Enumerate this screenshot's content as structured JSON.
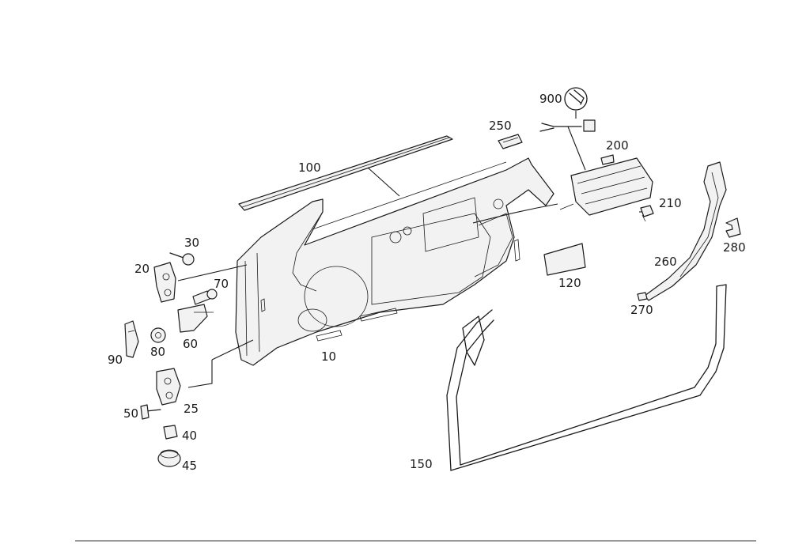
{
  "callouts": {
    "c10": "10",
    "c20": "20",
    "c25": "25",
    "c30": "30",
    "c40": "40",
    "c45": "45",
    "c50": "50",
    "c60": "60",
    "c70": "70",
    "c80": "80",
    "c90": "90",
    "c100": "100",
    "c120": "120",
    "c150": "150",
    "c200": "200",
    "c210": "210",
    "c250": "250",
    "c260": "260",
    "c270": "270",
    "c280": "280",
    "c900": "900"
  },
  "colors": {
    "line": "#1a1a1a",
    "fill": "#f2f2f2",
    "shade": "#cfcfcf",
    "background": "#ffffff"
  }
}
